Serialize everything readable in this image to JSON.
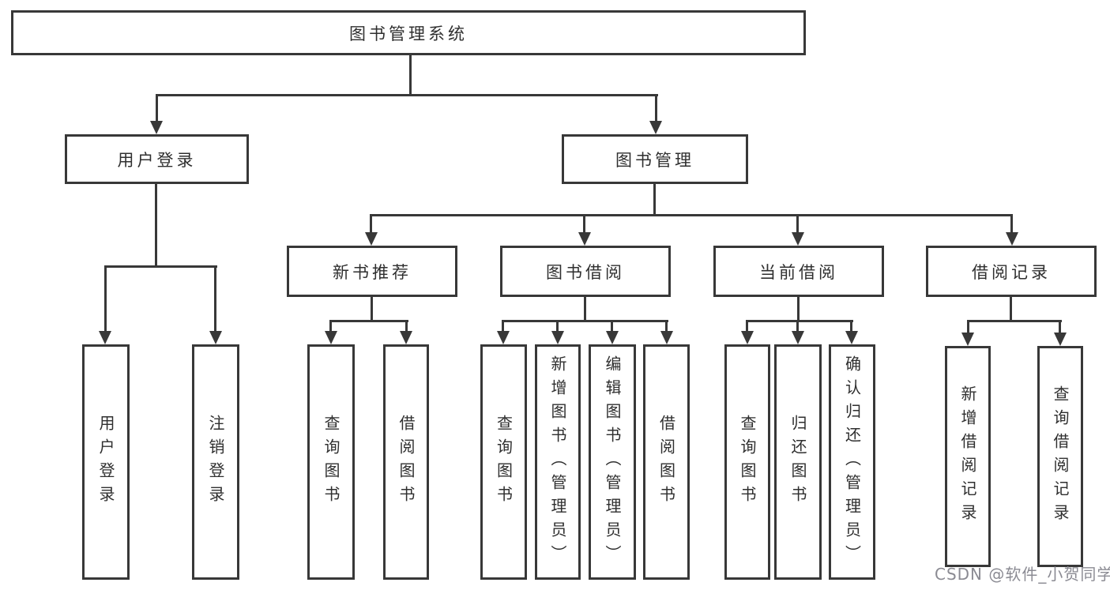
{
  "diagram_type": "hierarchy-tree",
  "tree": {
    "label": "图书管理系统",
    "children": [
      {
        "label": "用户登录",
        "children": [
          {
            "label": "用户登录"
          },
          {
            "label": "注销登录"
          }
        ]
      },
      {
        "label": "图书管理",
        "children": [
          {
            "label": "新书推荐",
            "children": [
              {
                "label": "查询图书"
              },
              {
                "label": "借阅图书"
              }
            ]
          },
          {
            "label": "图书借阅",
            "children": [
              {
                "label": "查询图书"
              },
              {
                "label": "新增图书（管理员）"
              },
              {
                "label": "编辑图书（管理员）"
              },
              {
                "label": "借阅图书"
              }
            ]
          },
          {
            "label": "当前借阅",
            "children": [
              {
                "label": "查询图书"
              },
              {
                "label": "归还图书"
              },
              {
                "label": "确认归还（管理员）"
              }
            ]
          },
          {
            "label": "借阅记录",
            "children": [
              {
                "label": "新增借阅记录"
              },
              {
                "label": "查询借阅记录"
              }
            ]
          }
        ]
      }
    ]
  },
  "watermark": "CSDN @软件_小贺同学",
  "colors": {
    "line": "#383838",
    "text": "#2f2f2f",
    "box_background": "#ffffff",
    "watermark": "#8b8b93",
    "page_background": "#ffffff"
  }
}
